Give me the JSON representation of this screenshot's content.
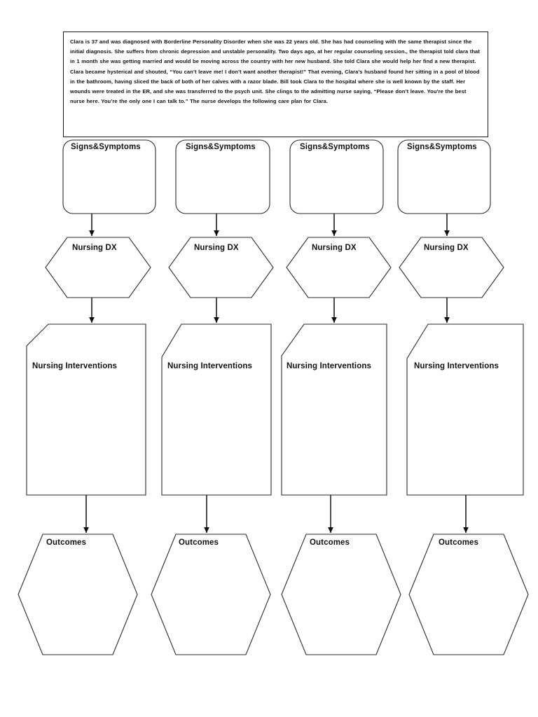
{
  "document": {
    "title": "Nursing Care Plan Concept Map",
    "background_color": "#ffffff",
    "line_color": "#2a2a2a",
    "text_color": "#111111"
  },
  "case_scenario": {
    "text": "Clara is 37 and was diagnosed with Borderline Personality Disorder when she was 22 years old. She has had counseling with the same therapist since the initial diagnosis. She suffers from chronic depression and unstable personality. Two days ago, at her regular counseling session., the therapist told clara that in 1 month she was getting married and would be moving across the country with her new husband. She told Clara she would help her find a new therapist. Clara became hysterical and shouted, “You can’t leave me! I don’t want another therapist!” That evening, Clara’s husband found her sitting in a pool of blood in the bathroom, having sliced the back of both of her calves with a razor blade. Bill took Clara to the hospital where she is well known by the staff. Her wounds were treated in the ER, and she was transferred to the psych unit. She clings to the admitting nurse saying, “Please don’t leave. You’re the best nurse here. You’re the only one I can talk to.” The nurse develops the following care plan for Clara."
  },
  "rows": {
    "signs_symptoms_label": "Signs&Symptoms",
    "nursing_dx_label": "Nursing DX",
    "nursing_interventions_label": "Nursing Interventions",
    "outcomes_label": "Outcomes"
  },
  "columns": [
    {
      "index": 1,
      "signs_symptoms": "Signs&Symptoms",
      "nursing_dx": "Nursing DX",
      "nursing_interventions": "Nursing Interventions",
      "outcomes": "Outcomes"
    },
    {
      "index": 2,
      "signs_symptoms": "Signs&Symptoms",
      "nursing_dx": "Nursing DX",
      "nursing_interventions": "Nursing Interventions",
      "outcomes": "Outcomes"
    },
    {
      "index": 3,
      "signs_symptoms": "Signs&Symptoms",
      "nursing_dx": "Nursing DX",
      "nursing_interventions": "Nursing Interventions",
      "outcomes": "Outcomes"
    },
    {
      "index": 4,
      "signs_symptoms": "Signs&Symptoms",
      "nursing_dx": "Nursing DX",
      "nursing_interventions": "Nursing Interventions",
      "outcomes": "Outcomes"
    }
  ]
}
